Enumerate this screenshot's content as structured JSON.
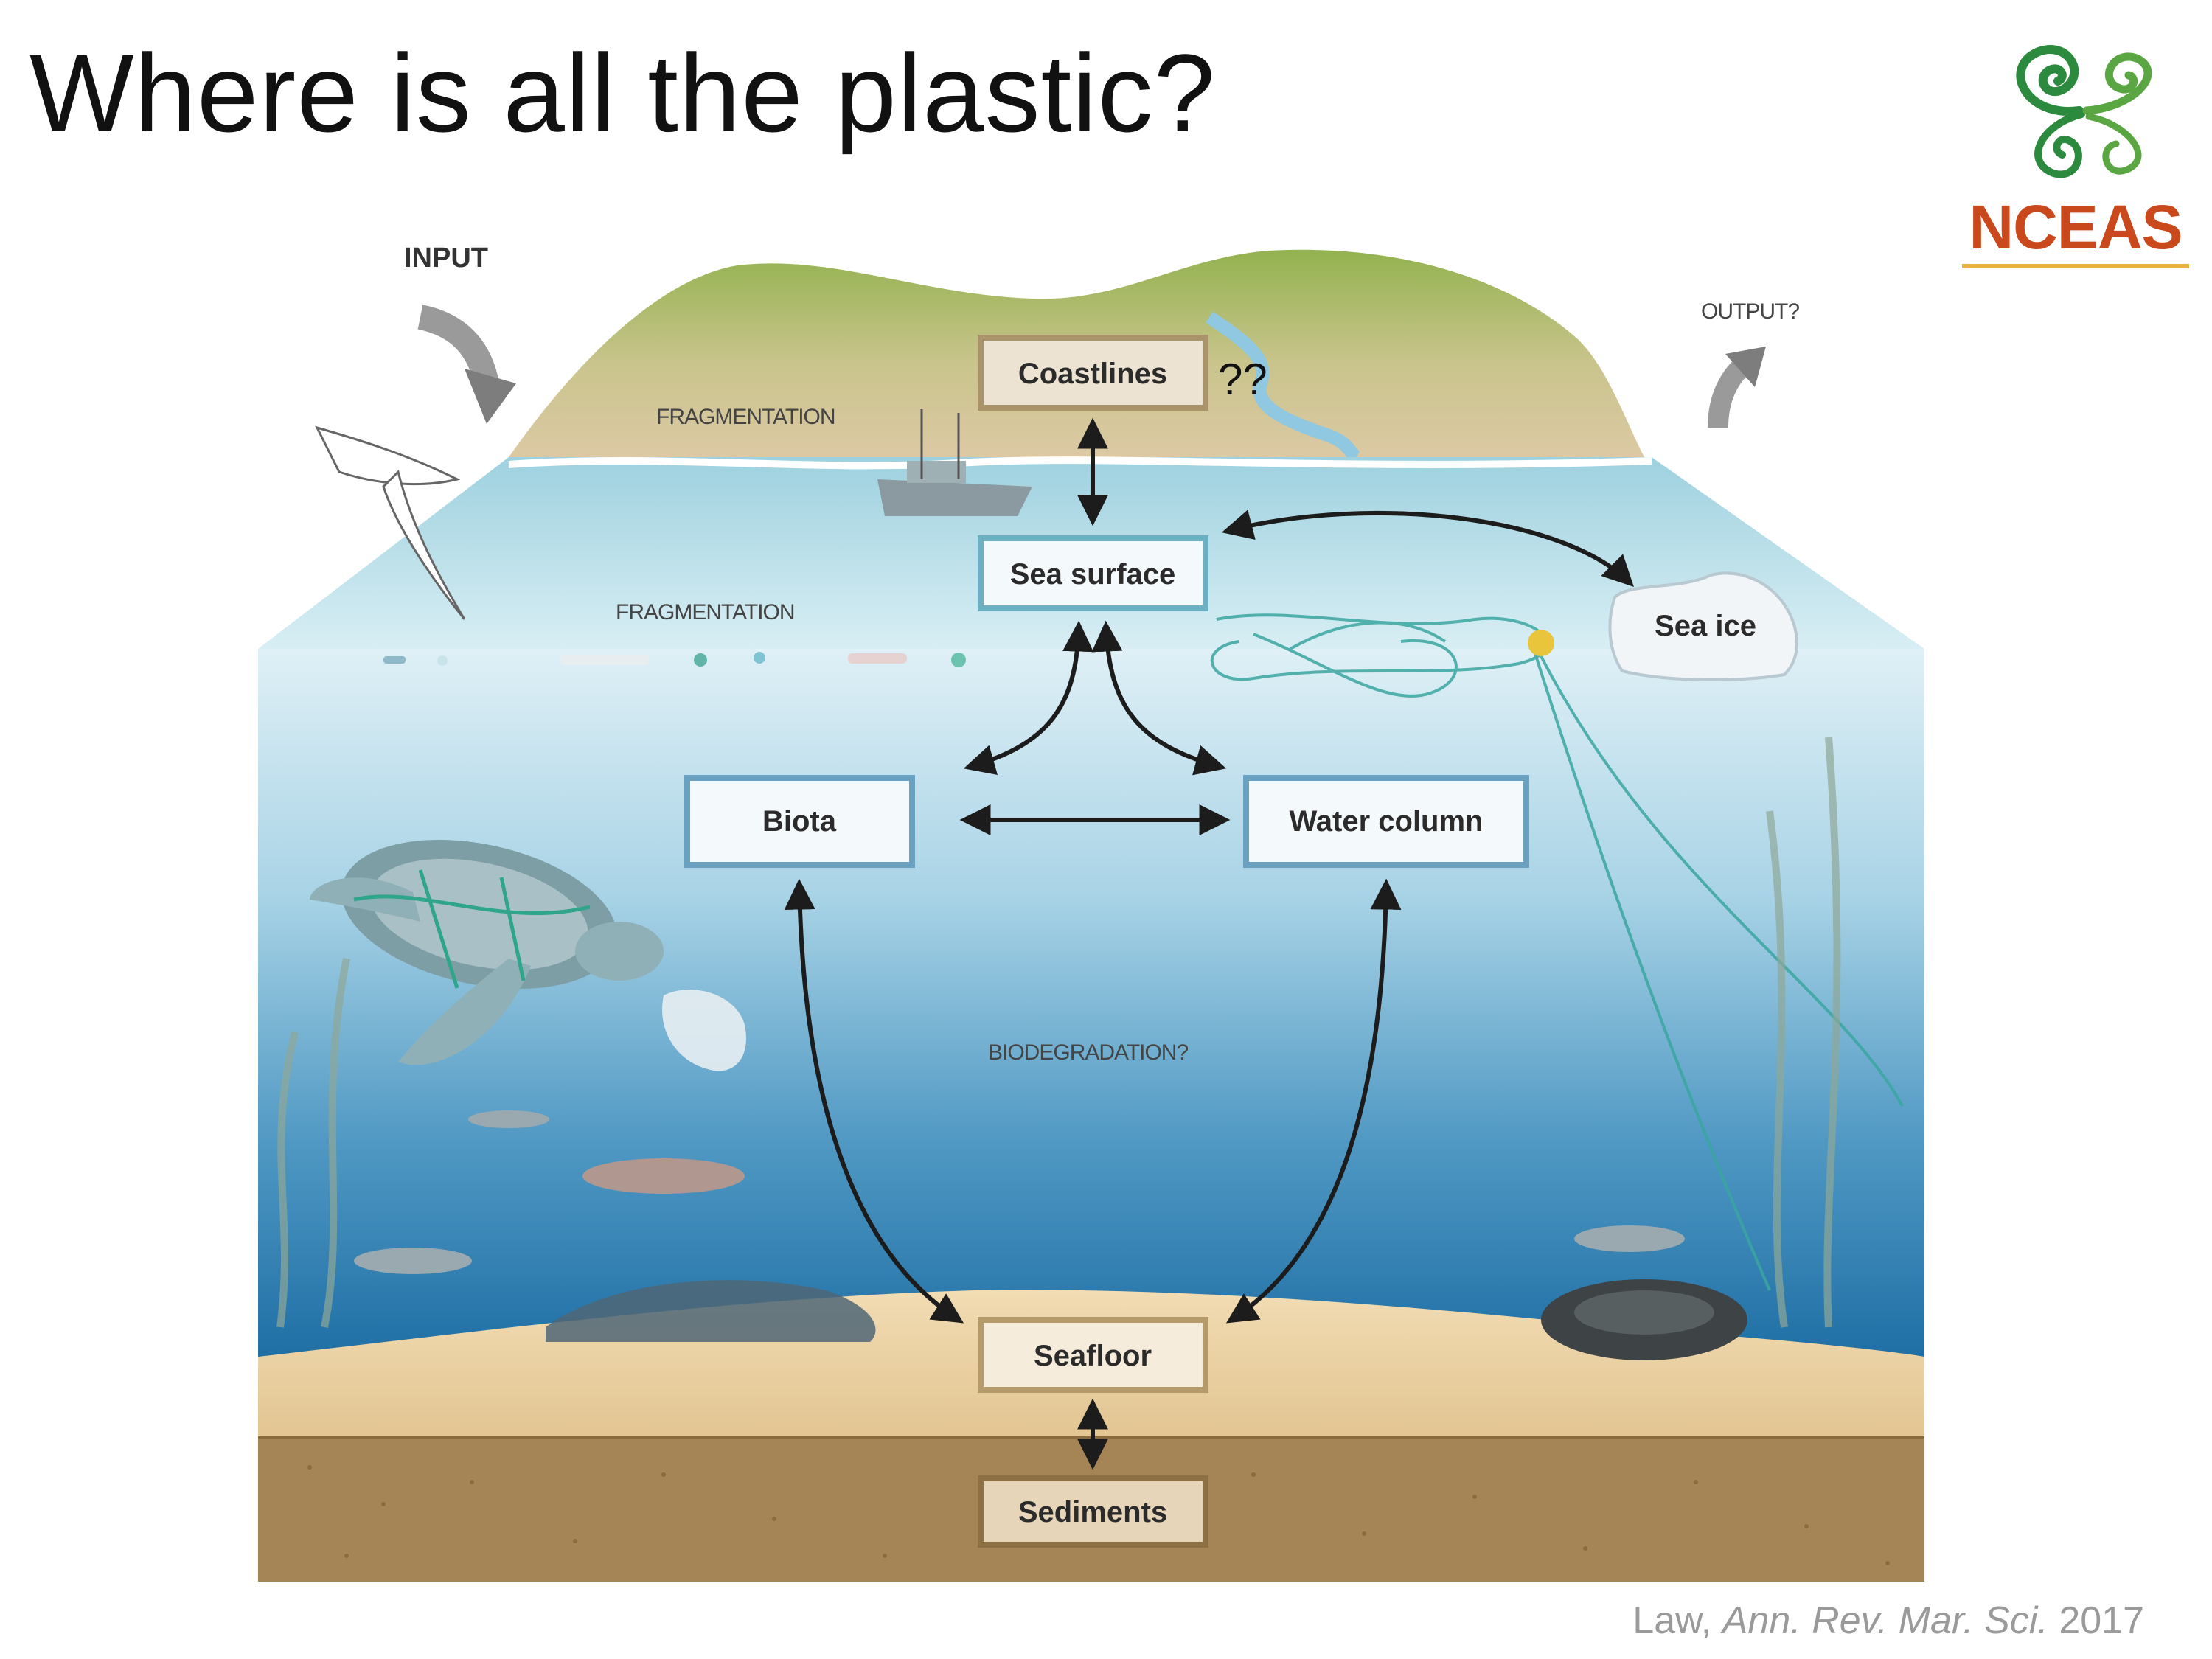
{
  "slide": {
    "title": "Where is all the plastic?"
  },
  "logo": {
    "text": "NCEAS"
  },
  "diagram": {
    "input_label": "INPUT",
    "output_label": "OUTPUT?",
    "fragmentation_land": "FRAGMENTATION",
    "fragmentation_sea": "FRAGMENTATION",
    "biodegradation": "BIODEGRADATION?",
    "question_marks": "??",
    "boxes": {
      "coastlines": "Coastlines",
      "sea_surface": "Sea surface",
      "sea_ice": "Sea ice",
      "biota": "Biota",
      "water_column": "Water column",
      "seafloor": "Seafloor",
      "sediments": "Sediments"
    }
  },
  "citation": {
    "author": "Law,",
    "journal": "Ann. Rev. Mar. Sci.",
    "year": "2017"
  },
  "colors": {
    "ocean_deep": "#1f6fa5",
    "ocean_light": "#d6edf5",
    "sand": "#ecd3a6",
    "sediment": "#a58456",
    "hill": "#9bb85a",
    "logo_orange": "#c9481c",
    "logo_green": "#2c8a3e"
  }
}
